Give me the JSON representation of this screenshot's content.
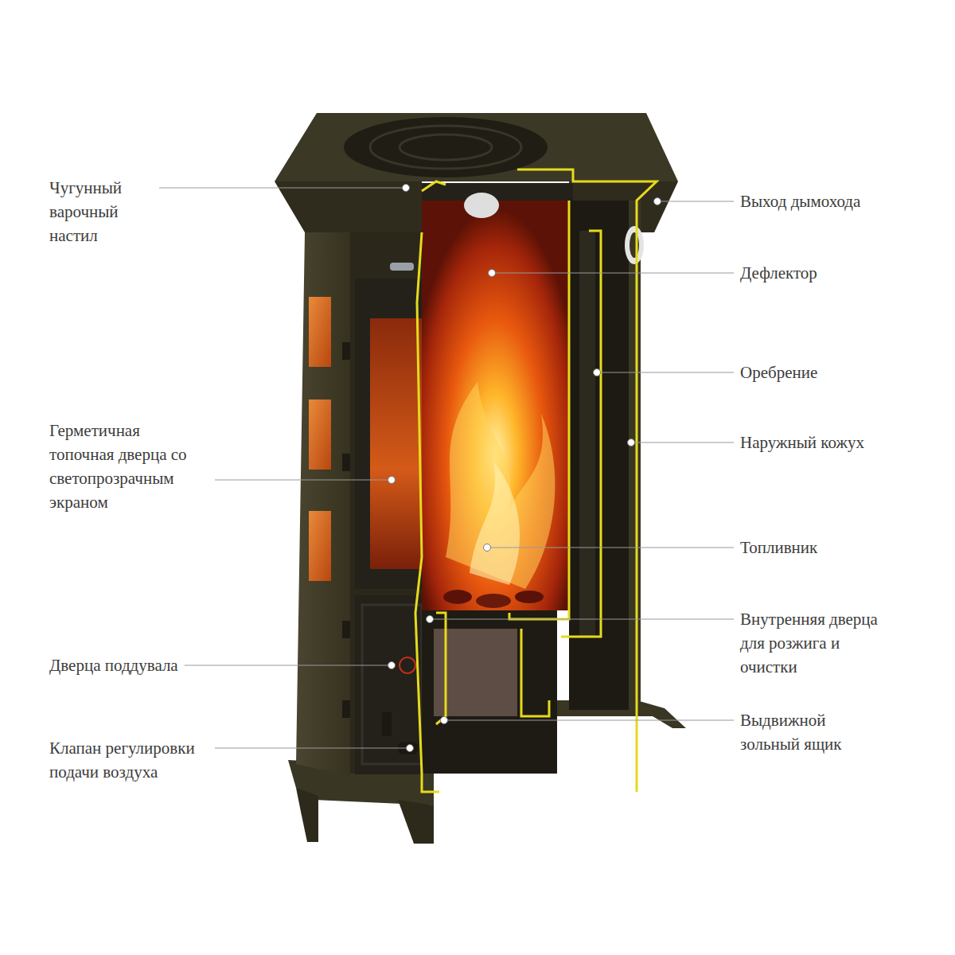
{
  "diagram": {
    "labels": [
      "Чугунный варочный настил",
      "Герметичная топочная дверца со светопрозрачным экраном",
      "Дверца поддувала",
      "Клапан регулировки подачи воздуха",
      "Выход дымохода",
      "Дефлектор",
      "Оребрение",
      "Наружный кожух",
      "Топливник",
      "Внутренняя дверца для розжига и очистки",
      "Выдвижной зольный ящик"
    ]
  }
}
